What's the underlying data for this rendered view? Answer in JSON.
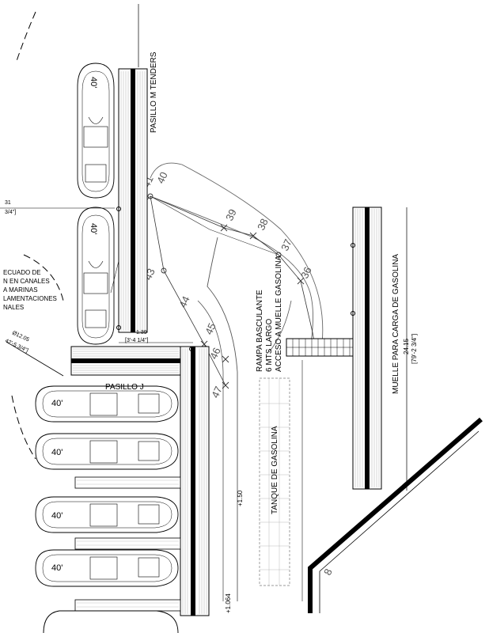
{
  "labels": {
    "pasillo_m": "PASILLO M TENDERS",
    "pasillo_j": "PASILLO J",
    "rampa_1": "RAMPA BASCULANTE",
    "rampa_2": "6 MTS LARGO",
    "rampa_3": "ACCESO A MUELLE GASOLINA",
    "tanque": "TANQUE DE GASOLINA",
    "muelle": "MUELLE PARA CARGA DE GASOLINA",
    "muelle_dim_1": "24.15",
    "muelle_dim_2": "[79'-2 3/4\"]"
  },
  "left_notes": [
    "ECUADO DE",
    "N EN CANALES",
    "A MARINAS",
    "LAMENTACIONES",
    "NALES"
  ],
  "dims": {
    "top_left_1": "31",
    "top_left_2": "3/4\"]",
    "gap_1": "1.39",
    "gap_2": "[3'-4 1/4\"]",
    "circle_1": "Ø12.05",
    "circle_2": "42'-5 3/4\"]"
  },
  "boat_size": "40'",
  "stations": [
    "40",
    "41",
    "39",
    "38",
    "37",
    "36",
    "43",
    "44",
    "45",
    "46",
    "47",
    "8"
  ],
  "elevations": [
    "+1.50",
    "+1.064"
  ]
}
